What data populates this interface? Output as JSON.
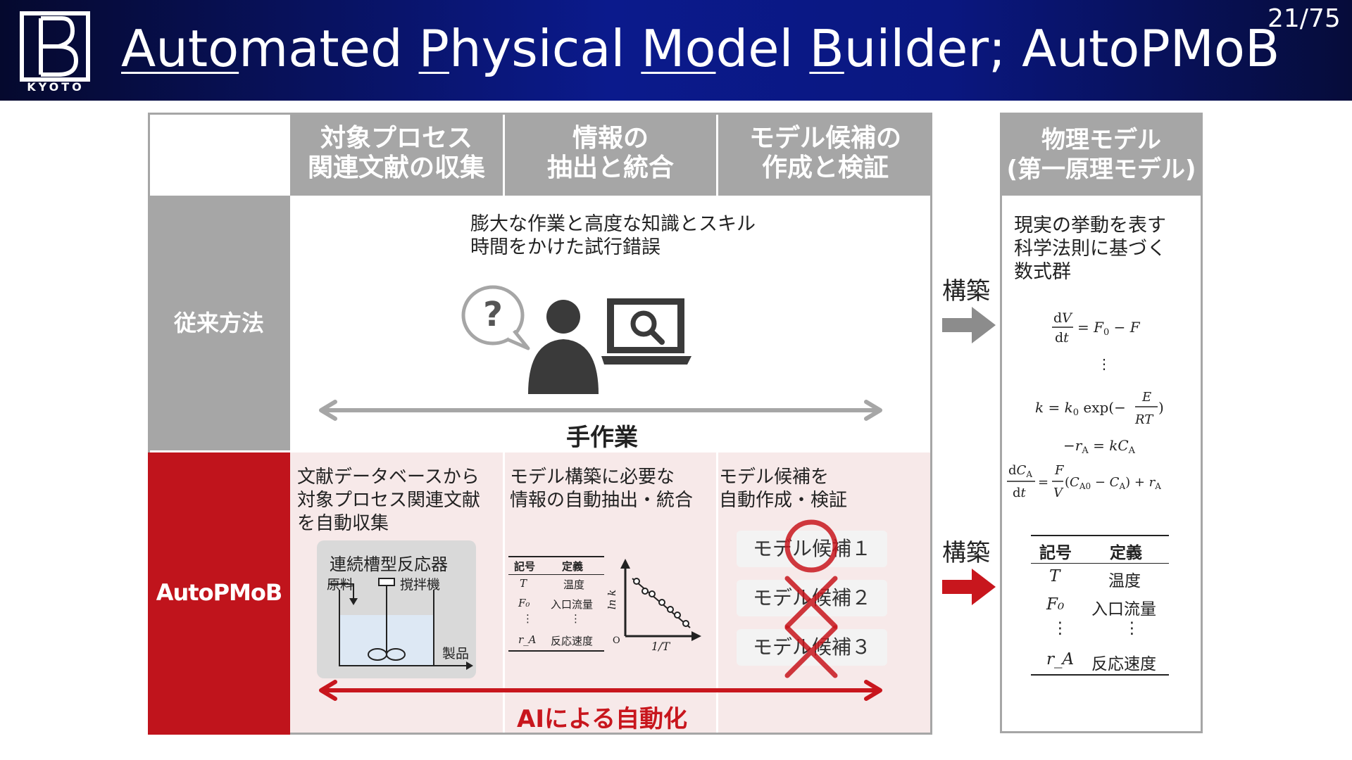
{
  "header": {
    "logo_text": "KYOTO",
    "title_parts": [
      "Auto",
      "mated ",
      "P",
      "hysical ",
      "Mo",
      "del ",
      "B",
      "uilder; AutoPMoB"
    ],
    "page": "21/75"
  },
  "columns": {
    "col1": "対象プロセス\n関連文献の収集",
    "col2": "情報の\n抽出と統合",
    "col3": "モデル候補の\n作成と検証",
    "result": "物理モデル\n(第一原理モデル)"
  },
  "rows": {
    "conventional": "従来方法",
    "autopmob": "AutoPMoB"
  },
  "conventional": {
    "description": "膨大な作業と高度な知識とスキル\n時間をかけた試行錯誤",
    "question_mark": "?",
    "arrow_label": "手作業",
    "arrow_color": "#a6a6a6"
  },
  "autopmob": {
    "step1_text": "文献データベースから\n対象プロセス関連文献\nを自動収集",
    "reactor_title": "連続槽型反応器",
    "reactor_feed": "原料",
    "reactor_stirrer": "撹拌機",
    "reactor_product": "製品",
    "step2_text": "モデル構築に必要な\n情報の自動抽出・統合",
    "mini_table": {
      "headers": [
        "記号",
        "定義"
      ],
      "rows": [
        [
          "T",
          "温度"
        ],
        [
          "F₀",
          "入口流量"
        ],
        [
          "⋮",
          "⋮"
        ],
        [
          "r_A",
          "反応速度"
        ]
      ]
    },
    "mini_plot": {
      "ylabel": "ln k",
      "xlabel": "1/T",
      "origin": "O"
    },
    "step3_text": "モデル候補を\n自動作成・検証",
    "candidates": [
      {
        "label": "モデル候補１",
        "mark": "circle"
      },
      {
        "label": "モデル候補２",
        "mark": "cross"
      },
      {
        "label": "モデル候補３",
        "mark": "cross"
      }
    ],
    "arrow_label": "AIによる自動化",
    "accent_color": "#c8161d"
  },
  "build_label": "構築",
  "result": {
    "description": "現実の挙動を表す\n科学法則に基づく\n数式群",
    "equations": [
      "dV/dt = F₀ − F",
      "⋮",
      "k = k₀ exp(−E/RT)",
      "−r_A = kC_A",
      "dC_A/dt = F/V (C_A0 − C_A) + r_A"
    ],
    "table": {
      "headers": [
        "記号",
        "定義"
      ],
      "rows": [
        [
          "T",
          "温度"
        ],
        [
          "F₀",
          "入口流量"
        ],
        [
          "⋮",
          "⋮"
        ],
        [
          "r_A",
          "反応速度"
        ]
      ]
    }
  }
}
